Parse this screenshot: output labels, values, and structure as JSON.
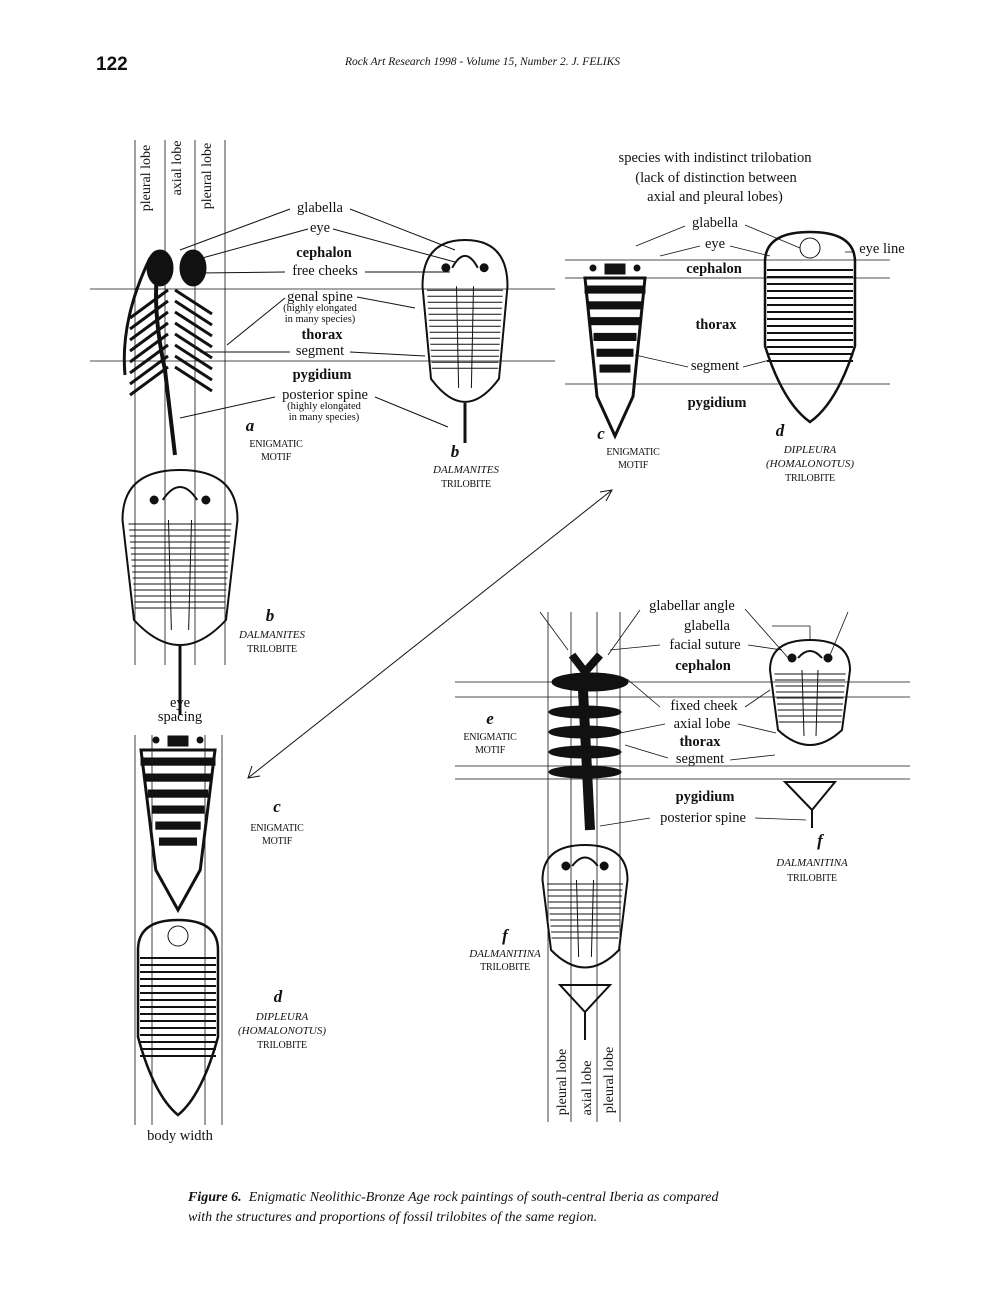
{
  "page_number": "122",
  "running_header": "Rock Art Research 1998  -  Volume 15, Number 2.  J. FELIKS",
  "figure": {
    "lobe_labels_top": [
      "pleural lobe",
      "axial lobe",
      "pleural lobe"
    ],
    "panel_a_labels": {
      "glabella": "glabella",
      "eye": "eye",
      "cephalon": "cephalon",
      "free_cheeks": "free cheeks",
      "genal_spine": "genal spine",
      "genal_note_1": "(highly elongated",
      "genal_note_2": "in many species)",
      "thorax": "thorax",
      "segment": "segment",
      "pygidium": "pygidium",
      "posterior_spine": "posterior spine",
      "posterior_note_1": "(highly elongated",
      "posterior_note_2": "in many species)"
    },
    "a": {
      "letter": "a",
      "line1": "ENIGMATIC",
      "line2": "MOTIF"
    },
    "b_top": {
      "letter": "b",
      "line1": "DALMANITES",
      "line2": "TRILOBITE"
    },
    "indistinct": {
      "line1": "species with indistinct trilobation",
      "line2": "(lack of distinction between",
      "line3": "axial and pleural lobes)",
      "glabella": "glabella",
      "eye": "eye",
      "eye_line": "eye line",
      "cephalon": "cephalon",
      "thorax": "thorax",
      "segment": "segment",
      "pygidium": "pygidium"
    },
    "c_top": {
      "letter": "c",
      "line1": "ENIGMATIC",
      "line2": "MOTIF"
    },
    "d_top": {
      "letter": "d",
      "line1": "DIPLEURA",
      "line2": "(HOMALONOTUS)",
      "line3": "TRILOBITE"
    },
    "b_mid": {
      "letter": "b",
      "line1": "DALMANITES",
      "line2": "TRILOBITE"
    },
    "eye_spacing": {
      "line1": "eye",
      "line2": "spacing"
    },
    "c_mid": {
      "letter": "c",
      "line1": "ENIGMATIC",
      "line2": "MOTIF"
    },
    "d_mid": {
      "letter": "d",
      "line1": "DIPLEURA",
      "line2": "(HOMALONOTUS)",
      "line3": "TRILOBITE"
    },
    "body_width": "body width",
    "panel_e_labels": {
      "glabellar_angle": "glabellar angle",
      "glabella": "glabella",
      "facial_suture": "facial suture",
      "cephalon": "cephalon",
      "fixed_cheek": "fixed cheek",
      "axial_lobe": "axial lobe",
      "thorax": "thorax",
      "segment": "segment",
      "pygidium": "pygidium",
      "posterior_spine": "posterior spine"
    },
    "e": {
      "letter": "e",
      "line1": "ENIGMATIC",
      "line2": "MOTIF"
    },
    "f_right": {
      "letter": "f",
      "line1": "DALMANITINA",
      "line2": "TRILOBITE"
    },
    "f_left": {
      "letter": "f",
      "line1": "DALMANITINA",
      "line2": "TRILOBITE"
    },
    "lobe_labels_bottom": [
      "pleural lobe",
      "axial lobe",
      "pleural lobe"
    ]
  },
  "caption": {
    "label": "Figure 6.",
    "line1": "Enigmatic Neolithic-Bronze Age rock paintings of south-central Iberia as compared",
    "line2": "with the structures and proportions of fossil trilobites of the same region."
  }
}
